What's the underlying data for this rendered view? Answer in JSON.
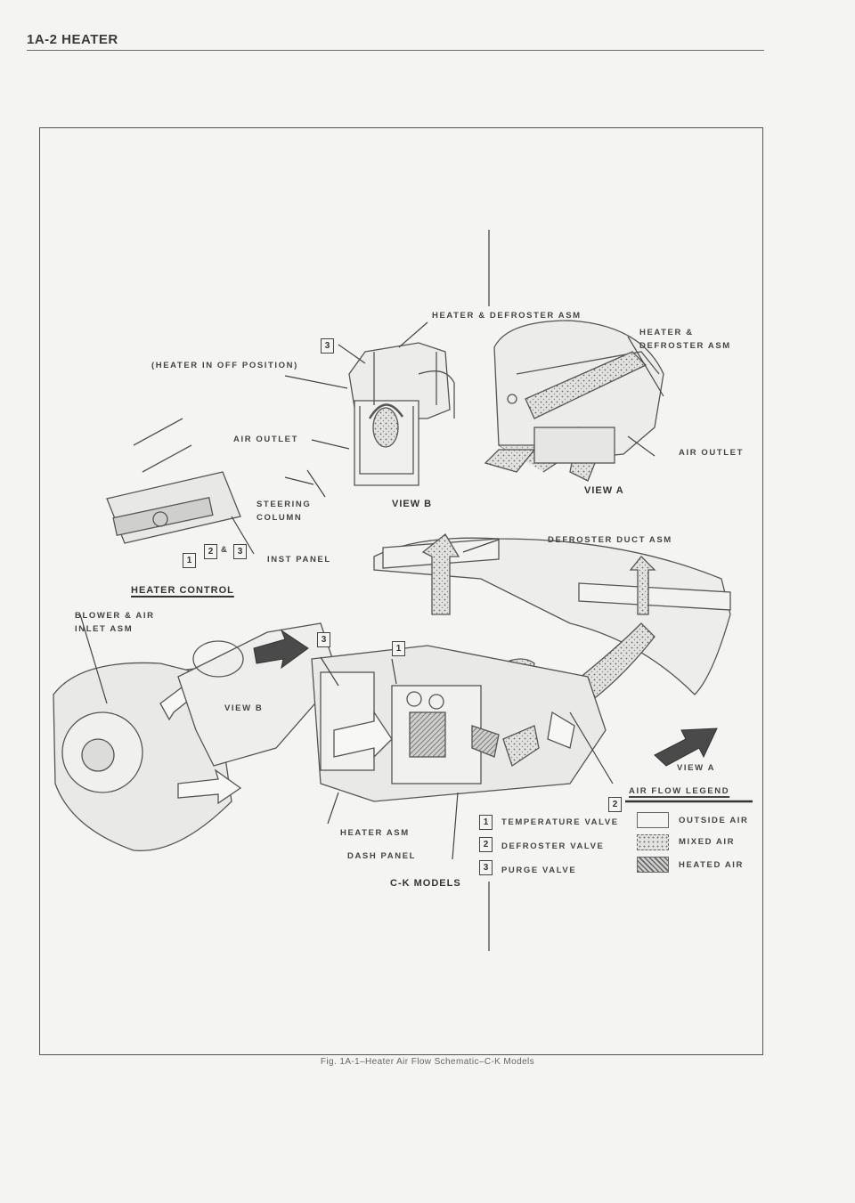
{
  "header": {
    "title": "1A-2  HEATER"
  },
  "labels": {
    "heater_defroster_asm_top": "HEATER & DEFROSTER ASM",
    "heater_defroster_asm_right_1": "HEATER &",
    "heater_defroster_asm_right_2": "DEFROSTER ASM",
    "heater_off_position": "(HEATER IN OFF POSITION)",
    "air_outlet_left": "AIR OUTLET",
    "air_outlet_right": "AIR OUTLET",
    "view_a_top": "VIEW A",
    "view_b_top": "VIEW B",
    "steering_column_1": "STEERING",
    "steering_column_2": "COLUMN",
    "inst_panel": "INST PANEL",
    "defroster_duct_asm": "DEFROSTER DUCT ASM",
    "heater_control": "HEATER CONTROL",
    "blower_inlet_1": "BLOWER & AIR",
    "blower_inlet_2": "INLET ASM",
    "view_b_mid": "VIEW B",
    "view_a_mid": "VIEW A",
    "heater_asm": "HEATER ASM",
    "dash_panel": "DASH PANEL",
    "models": "C-K MODELS",
    "amp": "&"
  },
  "callouts": {
    "one": "1",
    "two": "2",
    "three": "3"
  },
  "legend": {
    "title": "AIR FLOW LEGEND",
    "valves": [
      {
        "num": "1",
        "label": "TEMPERATURE VALVE"
      },
      {
        "num": "2",
        "label": "DEFROSTER VALVE"
      },
      {
        "num": "3",
        "label": "PURGE VALVE"
      }
    ],
    "air": [
      {
        "label": "OUTSIDE AIR"
      },
      {
        "label": "MIXED AIR"
      },
      {
        "label": "HEATED AIR"
      }
    ]
  },
  "caption": "Fig. 1A-1–Heater Air Flow Schematic–C-K Models"
}
